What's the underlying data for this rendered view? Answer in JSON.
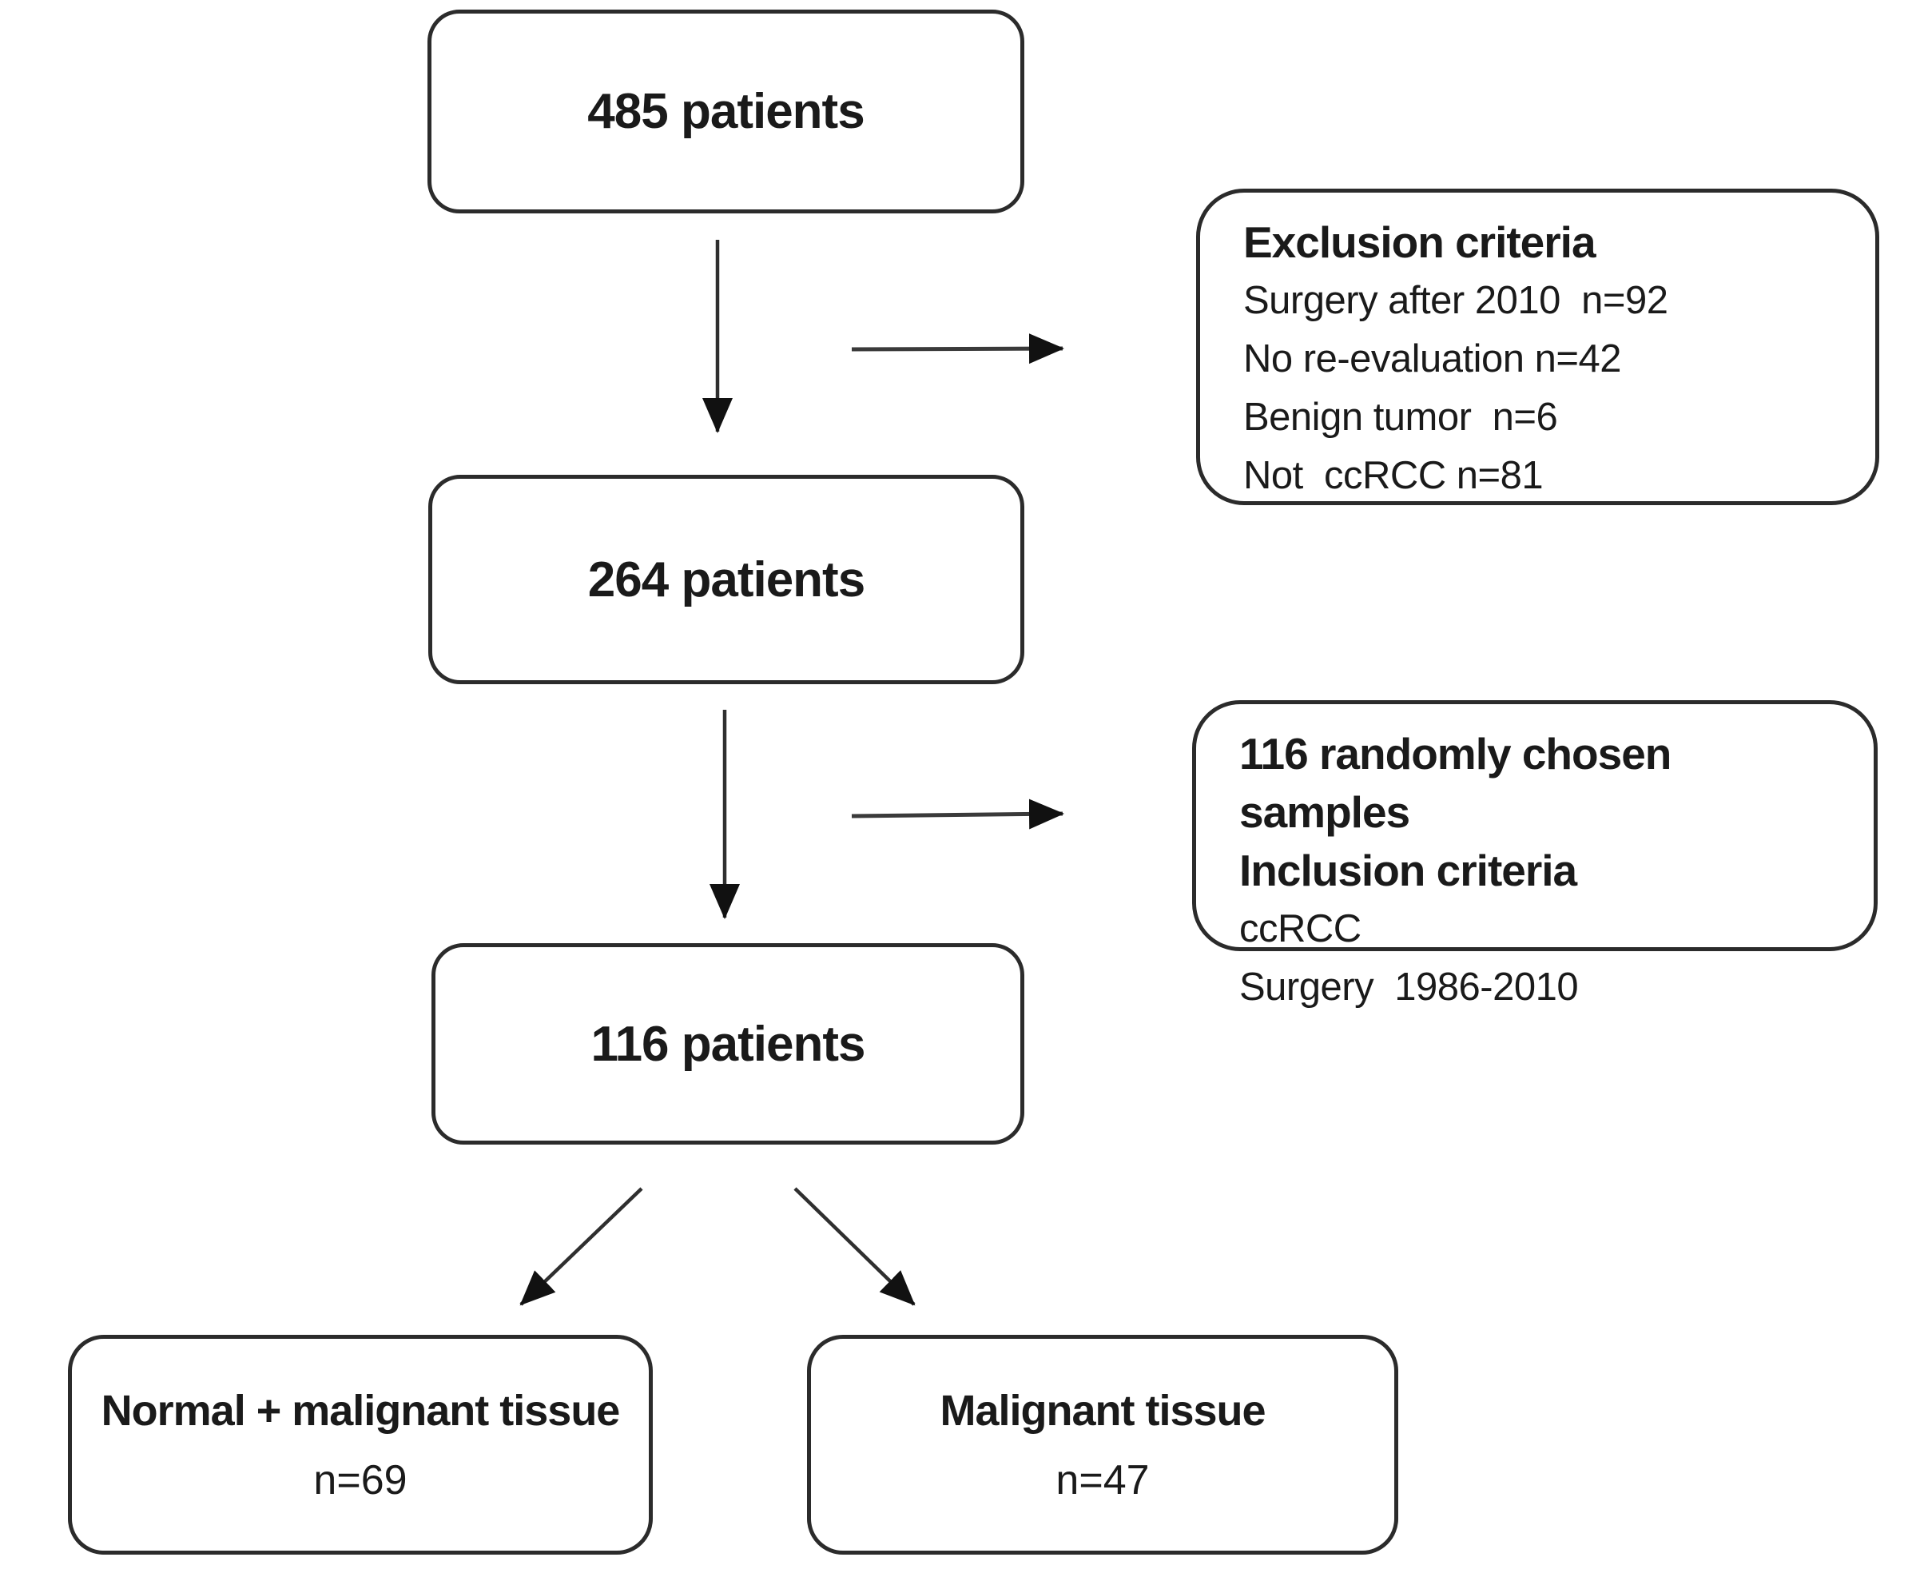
{
  "colors": {
    "background": "#ffffff",
    "ink": "#1a1a1a",
    "box_border": "#2b2b2b",
    "arrow": "#303030"
  },
  "flowchart": {
    "stages": {
      "initial": {
        "label": "485 patients"
      },
      "after_exclusion": {
        "label": "264 patients"
      },
      "final": {
        "label": "116 patients"
      }
    },
    "exclusion_box": {
      "title": "Exclusion criteria",
      "items": [
        "Surgery after 2010  n=92",
        "No re-evaluation n=42",
        "Benign tumor  n=6",
        "Not  ccRCC n=81"
      ]
    },
    "inclusion_box": {
      "heading_line1": "116 randomly chosen samples",
      "heading_line2": "Inclusion criteria",
      "items": [
        "ccRCC",
        "Surgery  1986-2010"
      ]
    },
    "outcomes": {
      "left": {
        "title": "Normal + malignant tissue",
        "count": "n=69"
      },
      "right": {
        "title": "Malignant tissue",
        "count": "n=47"
      }
    },
    "connectors": [
      {
        "name": "arrow-485-to-264",
        "type": "down-arrow"
      },
      {
        "name": "arrow-485-to-exclusion",
        "type": "right-arrow"
      },
      {
        "name": "arrow-264-to-116",
        "type": "down-arrow"
      },
      {
        "name": "arrow-264-to-inclusion",
        "type": "right-arrow"
      },
      {
        "name": "arrow-116-to-normal-malignant",
        "type": "diagonal-down-left-arrow"
      },
      {
        "name": "arrow-116-to-malignant",
        "type": "diagonal-down-right-arrow"
      }
    ]
  }
}
